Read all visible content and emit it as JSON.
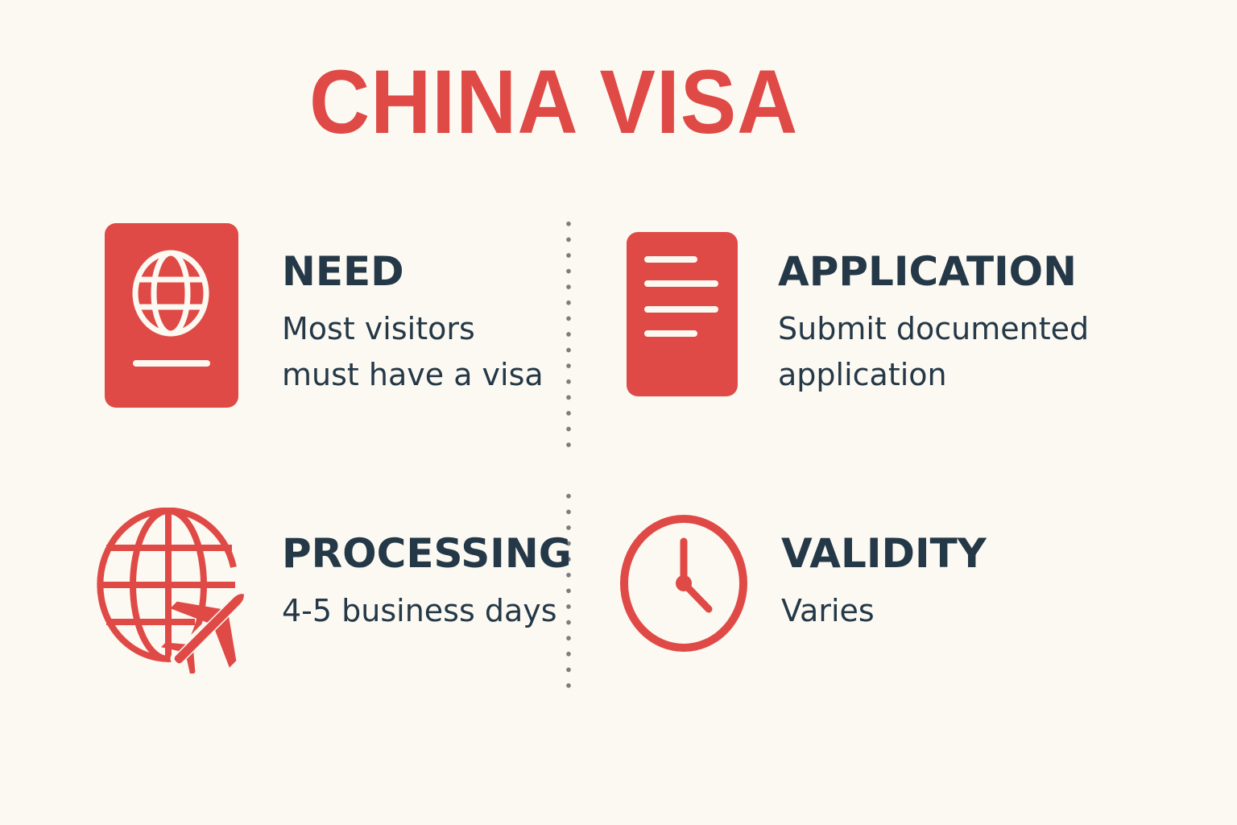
{
  "title": "CHINA VISA",
  "colors": {
    "accent": "#e04a46",
    "text": "#243847",
    "background": "#fcf9f2",
    "divider": "#7d7d7d"
  },
  "sections": [
    {
      "icon": "passport-icon",
      "heading": "NEED",
      "description_lines": [
        "Most visitors",
        "must have a visa"
      ]
    },
    {
      "icon": "document-icon",
      "heading": "APPLICATION",
      "description_lines": [
        "Submit documented",
        "application"
      ]
    },
    {
      "icon": "globe-airplane-icon",
      "heading": "PROCESSING",
      "description_lines": [
        "4-5 business days"
      ]
    },
    {
      "icon": "clock-icon",
      "heading": "VALIDITY",
      "description_lines": [
        "Varies"
      ]
    }
  ]
}
